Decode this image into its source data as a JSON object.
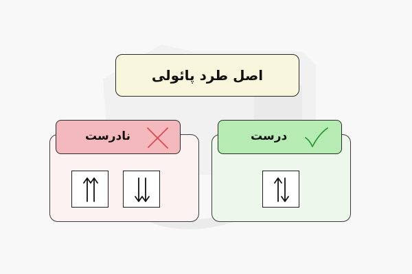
{
  "title": "اصل طرد پائولی",
  "wrong_panel": {
    "label": "نادرست",
    "icon": "cross-icon",
    "header_color": "#f3b9bd",
    "background_color": "#fdf2f2",
    "configurations": [
      {
        "name": "both-spins-up",
        "arrows": [
          "up",
          "up"
        ]
      },
      {
        "name": "both-spins-down",
        "arrows": [
          "down",
          "down"
        ]
      }
    ]
  },
  "right_panel": {
    "label": "درست",
    "icon": "check-icon",
    "header_color": "#b6ecb4",
    "background_color": "#eef7ec",
    "configurations": [
      {
        "name": "opposite-spins",
        "arrows": [
          "up",
          "down"
        ]
      }
    ]
  },
  "colors": {
    "title_background": "#f8f6dd",
    "cross": "#e0484f",
    "check": "#2f9a3a"
  }
}
